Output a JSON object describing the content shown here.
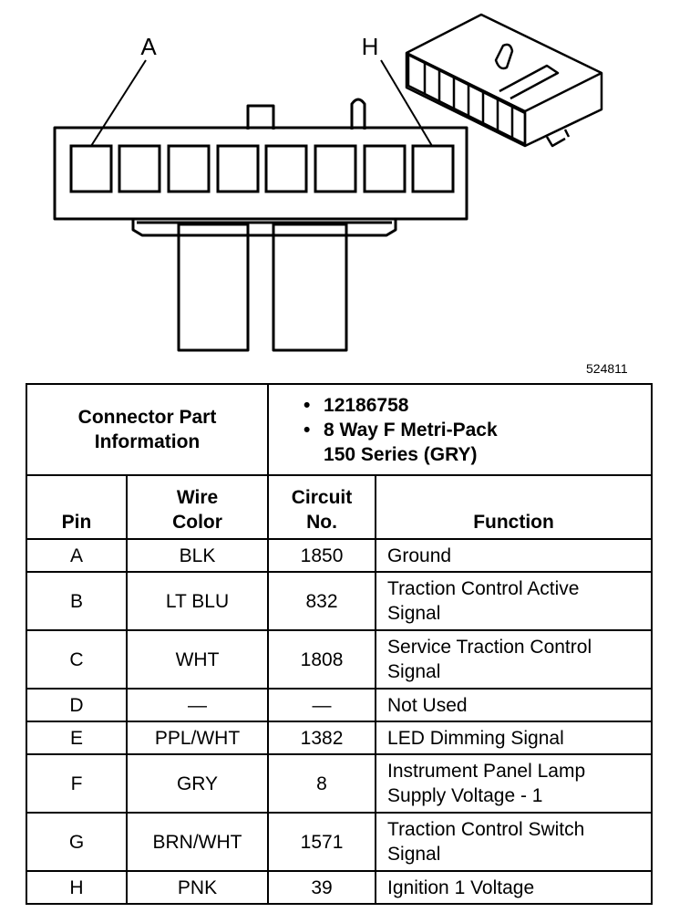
{
  "diagram": {
    "callout_left": "A",
    "callout_right": "H",
    "figure_number": "524811"
  },
  "connector_info": {
    "header": "Connector Part Information",
    "part_number": "12186758",
    "description_line1": "8 Way F Metri-Pack",
    "description_line2": "150 Series (GRY)"
  },
  "columns": {
    "pin": "Pin",
    "wire_color": "Wire Color",
    "circuit_no": "Circuit No.",
    "function": "Function"
  },
  "rows": [
    {
      "pin": "A",
      "wire_color": "BLK",
      "circuit": "1850",
      "function_line1": "Ground",
      "function_line2": ""
    },
    {
      "pin": "B",
      "wire_color": "LT BLU",
      "circuit": "832",
      "function_line1": "Traction Control Active",
      "function_line2": "Signal"
    },
    {
      "pin": "C",
      "wire_color": "WHT",
      "circuit": "1808",
      "function_line1": "Service Traction Control",
      "function_line2": "Signal"
    },
    {
      "pin": "D",
      "wire_color": "—",
      "circuit": "—",
      "function_line1": "Not Used",
      "function_line2": ""
    },
    {
      "pin": "E",
      "wire_color": "PPL/WHT",
      "circuit": "1382",
      "function_line1": "LED Dimming Signal",
      "function_line2": ""
    },
    {
      "pin": "F",
      "wire_color": "GRY",
      "circuit": "8",
      "function_line1": "Instrument Panel Lamp",
      "function_line2": "Supply Voltage - 1"
    },
    {
      "pin": "G",
      "wire_color": "BRN/WHT",
      "circuit": "1571",
      "function_line1": "Traction Control Switch",
      "function_line2": "Signal"
    },
    {
      "pin": "H",
      "wire_color": "PNK",
      "circuit": "39",
      "function_line1": "Ignition 1 Voltage",
      "function_line2": ""
    }
  ]
}
